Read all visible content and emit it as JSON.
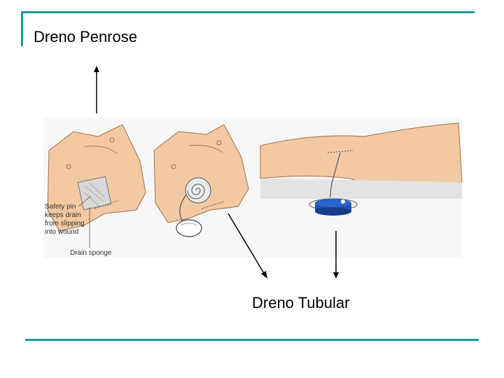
{
  "slide": {
    "title": "Dreno Penrose",
    "caption": "Dreno Tubular"
  },
  "figure": {
    "labels": {
      "safety_pin_1": "Safety pin",
      "safety_pin_2": "keeps drain",
      "safety_pin_3": "from slipping",
      "safety_pin_4": "into wound",
      "drain_sponge": "Drain sponge"
    }
  },
  "colors": {
    "accent": "#1a9a9a",
    "skin": "#f2c9a2",
    "skin_shadow": "#d9a47b",
    "bulb": "#1f4fb0"
  }
}
